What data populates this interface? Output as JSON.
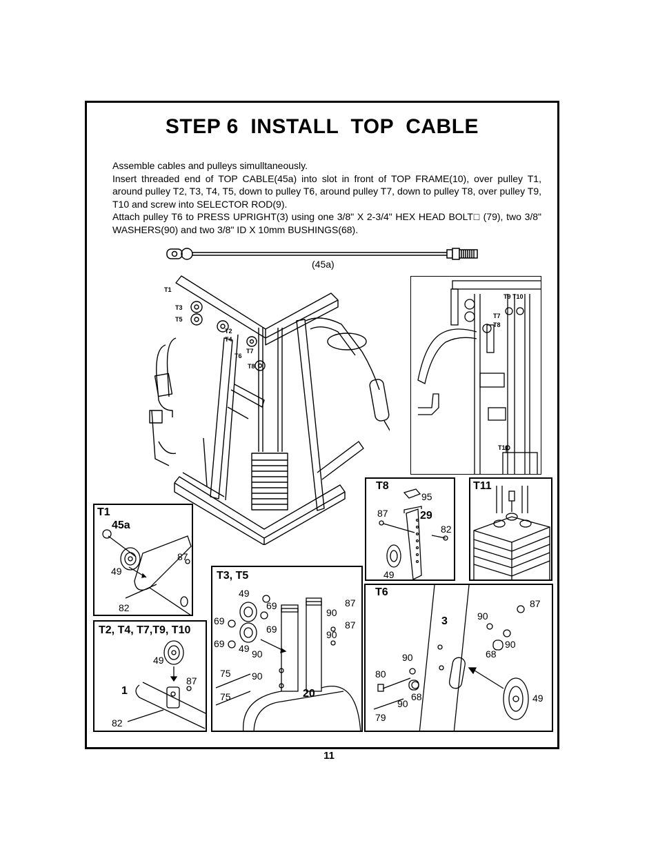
{
  "title": "STEP 6  INSTALL  TOP  CABLE",
  "instructions": {
    "line1": "Assemble  cables  and  pulleys  simulltaneously.",
    "para2": "Insert  threaded  end  of  TOP  CABLE(45a)  into  slot  in  front  of  TOP  FRAME(10),  over  pulley  T1,  around  pulley  T2,  T3,  T4,  T5,  down  to  pulley  T6,  around  pulley  T7,  down  to  pulley  T8,  over  pulley  T9,  T10  and  screw  into  SELECTOR  ROD(9).",
    "para3": "Attach  pulley  T6  to  PRESS  UPRIGHT(3)  using  one  3/8\" X 2-3/4\"  HEX  HEAD  BOLT□  (79),  two  3/8\"  WASHERS(90)  and  two  3/8\"  ID X 10mm  BUSHINGS(68)."
  },
  "cable": {
    "label": "(45a)"
  },
  "main_diagram": {
    "callouts": {
      "t1": "T1",
      "t3": "T3",
      "t5": "T5",
      "t2": "T2",
      "t4": "T4",
      "t7": "T7",
      "t6": "T6",
      "t8": "T8"
    }
  },
  "side_view": {
    "callouts": {
      "t9_t10": "T9 T10",
      "t7": "T7",
      "t8": "T8",
      "t11": "T11"
    }
  },
  "panels": {
    "t1": {
      "title": "T1",
      "part_45a": "45a",
      "part_87": "87",
      "part_49": "49",
      "part_82": "82"
    },
    "t2": {
      "title": "T2, T4, T7,T9, T10",
      "part_49": "49",
      "part_87": "87",
      "part_1": "1",
      "part_82": "82"
    },
    "t3": {
      "title": "T3, T5",
      "p49a": "49",
      "p69a": "69",
      "p69b": "69",
      "p69c": "69",
      "p69d": "69",
      "p49b": "49",
      "p90a": "90",
      "p90b": "90",
      "p90c": "90",
      "p87a": "87",
      "p87b": "87",
      "p75a": "75",
      "p75b": "75",
      "p20": "20"
    },
    "t8": {
      "title": "T8",
      "p95": "95",
      "p87": "87",
      "p29": "29",
      "p82": "82",
      "p49": "49"
    },
    "t11": {
      "title": "T11"
    },
    "t6": {
      "title": "T6",
      "p3": "3",
      "p90a": "90",
      "p87": "87",
      "p90b": "90",
      "p68a": "68",
      "p90c": "90",
      "p80": "80",
      "p68b": "68",
      "p90d": "90",
      "p79": "79",
      "p49": "49"
    }
  },
  "page_number": "11"
}
